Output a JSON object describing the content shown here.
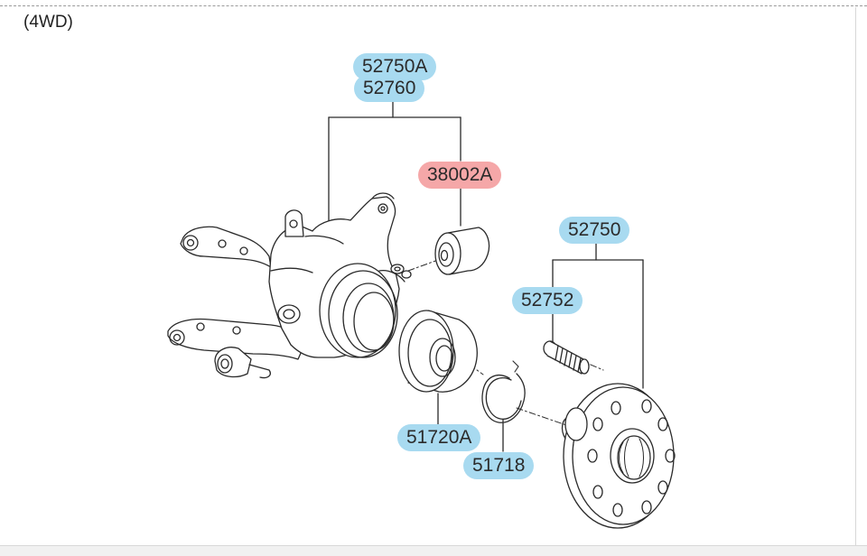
{
  "header": {
    "label": "(4WD)"
  },
  "colors": {
    "tag_blue": "#a8daf0",
    "tag_red": "#f5a7a8",
    "line": "#2a2a2a"
  },
  "parts": {
    "p52750A": "52750A",
    "p52760": "52760",
    "p38002A": "38002A",
    "p52750": "52750",
    "p52752": "52752",
    "p51720A": "51720A",
    "p51718": "51718"
  }
}
